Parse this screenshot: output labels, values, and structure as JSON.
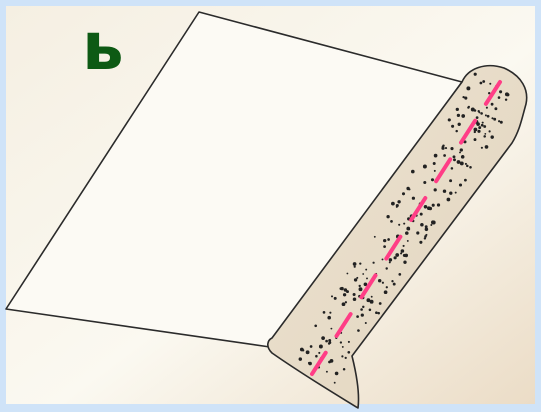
{
  "figure": {
    "letter": "ь",
    "colors": {
      "border": "#cfe3f8",
      "paper": "#f6f1e5",
      "outline": "#2b2b2b",
      "letter": "#0d5a14",
      "stitch": "#ff3d86",
      "dots": "#222222"
    },
    "parts": [
      {
        "name": "fabric-panel"
      },
      {
        "name": "folded-edge"
      },
      {
        "name": "stitch-line"
      }
    ]
  }
}
